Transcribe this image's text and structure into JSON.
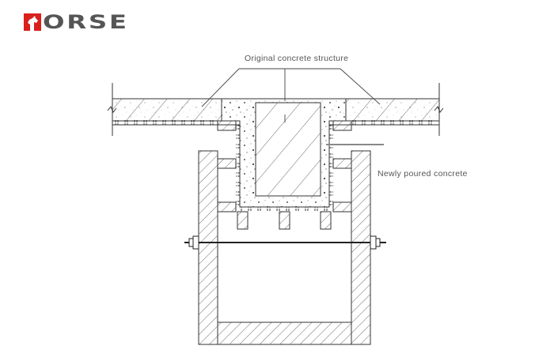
{
  "logo": {
    "text": "ORSE",
    "full_name": "HORSE",
    "mark_color": "#d9201c",
    "text_color": "#555555"
  },
  "diagram": {
    "type": "construction cross-section",
    "labels": {
      "original": "Original concrete structure",
      "new": "Newly poured concrete"
    },
    "line_color": "#333333",
    "label_color": "#555555"
  }
}
